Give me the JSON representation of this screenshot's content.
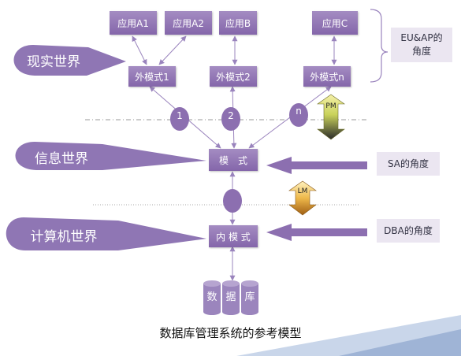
{
  "apps": [
    "应用A1",
    "应用A2",
    "应用B",
    "应用C"
  ],
  "external_schemas": [
    "外模式1",
    "外模式2",
    "外模式n"
  ],
  "mappings": {
    "em1": "1",
    "em2": "2",
    "emn": "n",
    "pm": "PM",
    "lm": "LM"
  },
  "schema": "模　式",
  "internal_schema": "内 模 式",
  "database": [
    "数",
    "据",
    "库"
  ],
  "worlds": {
    "real": "现实世界",
    "info": "信息世界",
    "computer": "计算机世界"
  },
  "perspectives": {
    "eu_ap_line1": "EU&AP的",
    "eu_ap_line2": "角度",
    "sa": "SA的角度",
    "dba": "DBA的角度"
  },
  "caption": "数据库管理系统的参考模型",
  "colors": {
    "node": "#9077b5",
    "line": "#9a84bd",
    "arrow": "#8c6fb0",
    "panel": "#ebe6f1"
  }
}
